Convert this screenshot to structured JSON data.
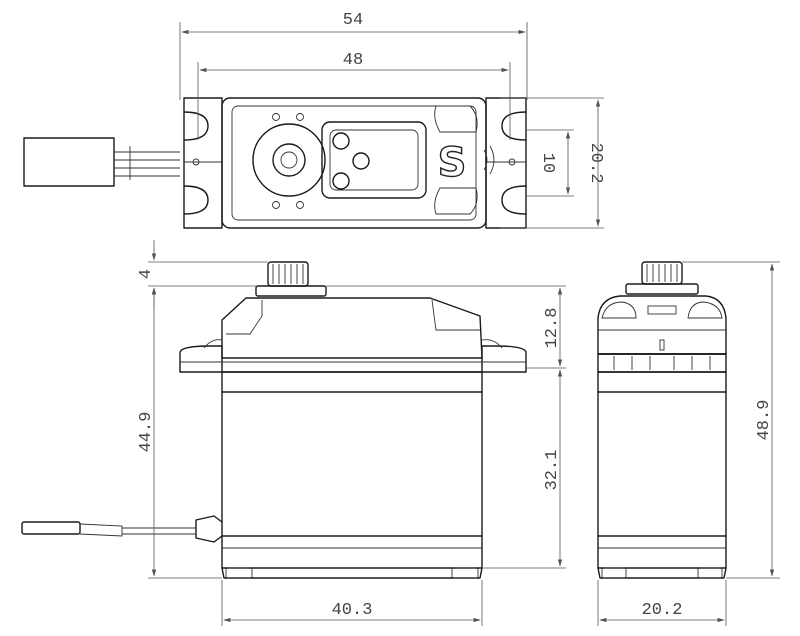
{
  "dimensions": {
    "top_overall_width": "54",
    "top_hole_spacing": "48",
    "top_mount_depth": "10",
    "top_body_depth": "20.2",
    "front_spline_height": "4",
    "front_body_height": "44.9",
    "front_upper_section": "12.8",
    "front_lower_section": "32.1",
    "front_width": "40.3",
    "side_total_height": "48.9",
    "side_width": "20.2"
  },
  "logo_letter": "S"
}
